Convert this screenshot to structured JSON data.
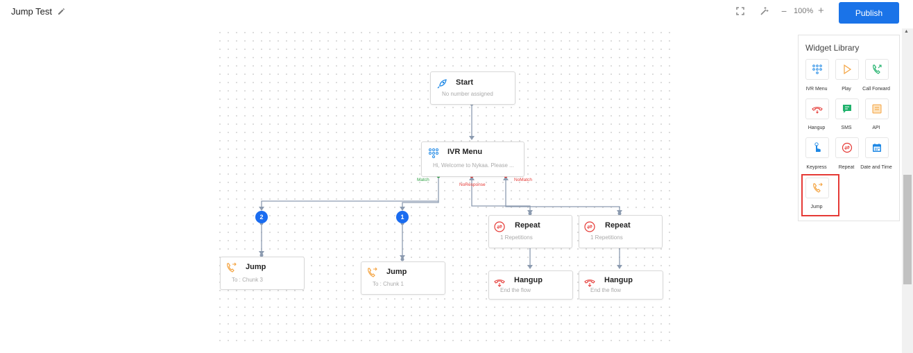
{
  "header": {
    "title": "Jump Test",
    "zoom": "100%",
    "zoom_minus": "−",
    "zoom_plus": "+",
    "publish_label": "Publish"
  },
  "nodes": {
    "start": {
      "title": "Start",
      "subtitle": "No number assigned"
    },
    "ivr": {
      "title": "IVR Menu",
      "subtitle": "Hi, Welcome to Nykaa. Please ...",
      "ports": [
        "Match",
        "NoResponse",
        "NoMatch"
      ]
    },
    "badge_left": "2",
    "badge_mid": "1",
    "jump_left": {
      "title": "Jump",
      "subtitle": "To : Chunk 3"
    },
    "jump_mid": {
      "title": "Jump",
      "subtitle": "To : Chunk 1"
    },
    "repeat_a": {
      "title": "Repeat",
      "subtitle": "1 Repetitions"
    },
    "repeat_b": {
      "title": "Repeat",
      "subtitle": "1 Repetitions"
    },
    "hangup_a": {
      "title": "Hangup",
      "subtitle": "End the flow"
    },
    "hangup_b": {
      "title": "Hangup",
      "subtitle": "End the flow"
    }
  },
  "library": {
    "title": "Widget Library",
    "items": [
      {
        "label": "IVR Menu",
        "icon": "keypad-grid-icon",
        "color": "#1e88e5"
      },
      {
        "label": "Play",
        "icon": "play-icon",
        "color": "#f4a340"
      },
      {
        "label": "Call Forward",
        "icon": "phone-forward-icon",
        "color": "#20b26c"
      },
      {
        "label": "Hangup",
        "icon": "hangup-icon",
        "color": "#e53935"
      },
      {
        "label": "SMS",
        "icon": "sms-icon",
        "color": "#20b26c"
      },
      {
        "label": "API",
        "icon": "api-icon",
        "color": "#f4a340"
      },
      {
        "label": "Keypress",
        "icon": "keypress-icon",
        "color": "#1e88e5"
      },
      {
        "label": "Repeat",
        "icon": "repeat-icon",
        "color": "#e53935"
      },
      {
        "label": "Date and Time",
        "icon": "calendar-icon",
        "color": "#1e88e5"
      },
      {
        "label": "Jump",
        "icon": "jump-icon",
        "color": "#f4a340"
      }
    ]
  },
  "colors": {
    "accent": "#1a73e8",
    "match_port": "#2ea043",
    "error_port": "#e53935",
    "wire": "#8c9bb0"
  }
}
